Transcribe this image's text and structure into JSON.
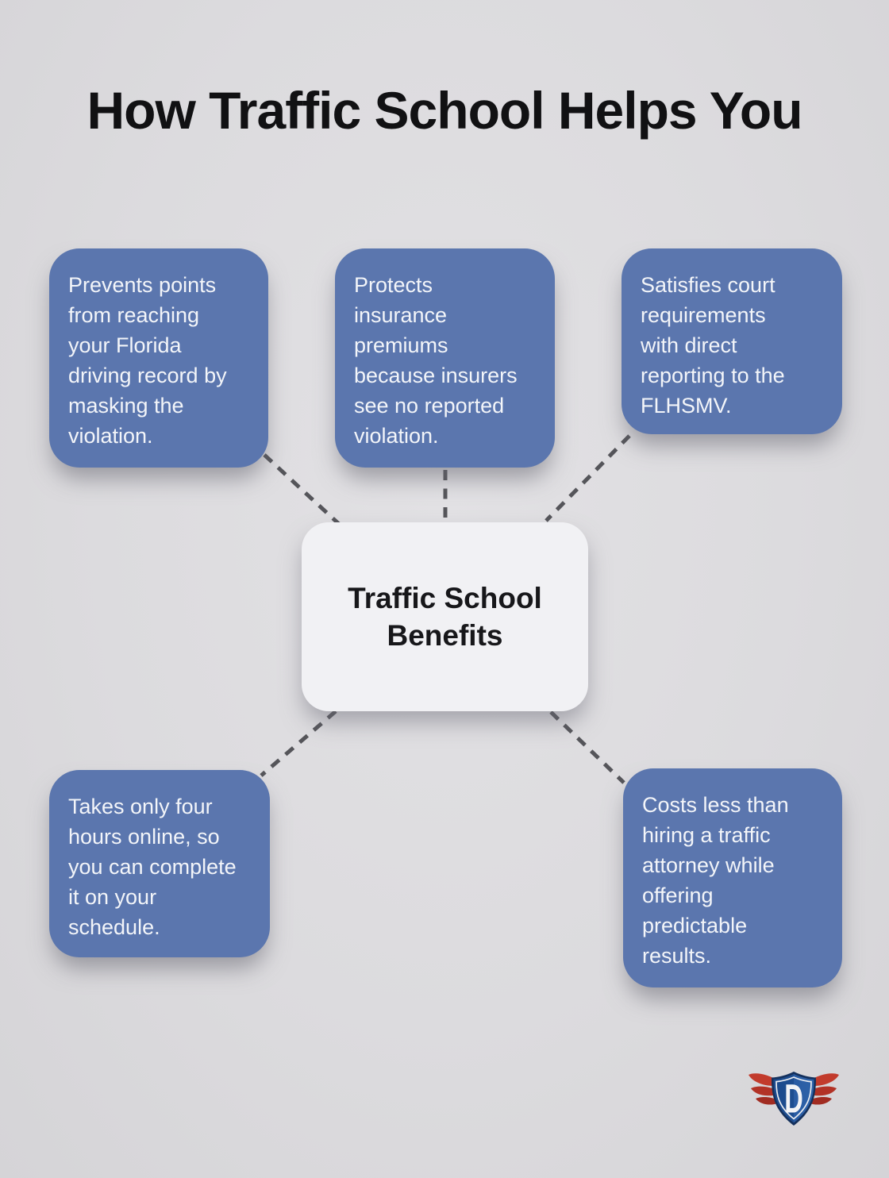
{
  "page": {
    "title": "How Traffic School Helps You",
    "background_color": "#dcdbde"
  },
  "diagram": {
    "center_node": {
      "text": "Traffic School\nBenefits",
      "background_color": "#f1f1f4",
      "text_color": "#17171a"
    },
    "nodes": [
      {
        "id": "prevents-points",
        "text": "Prevents points\nfrom reaching\nyour Florida\ndriving record by\nmasking the\nviolation."
      },
      {
        "id": "protects-insurance",
        "text": "Protects\ninsurance\npremiums\nbecause insurers\nsee no reported\nviolation."
      },
      {
        "id": "satisfies-court",
        "text": "Satisfies court\nrequirements\nwith direct\nreporting to the\nFLHSMV."
      },
      {
        "id": "takes-four-hours",
        "text": "Takes only four\nhours online, so\nyou can complete\nit on your\nschedule."
      },
      {
        "id": "costs-less",
        "text": "Costs less than\nhiring a traffic\nattorney while\noffering\npredictable\nresults."
      }
    ],
    "node_color": "#5b76ae",
    "node_text_color": "#f3f5f9",
    "connector_color": "#55555a",
    "connector_style": "dashed"
  },
  "logo": {
    "name": "winged-shield-d-logo",
    "letter": "D",
    "shield_color": "#1d4d8f",
    "shield_rim_color": "#14305c",
    "wing_color": "#c23b2c",
    "letter_color": "#f2f3f6"
  }
}
